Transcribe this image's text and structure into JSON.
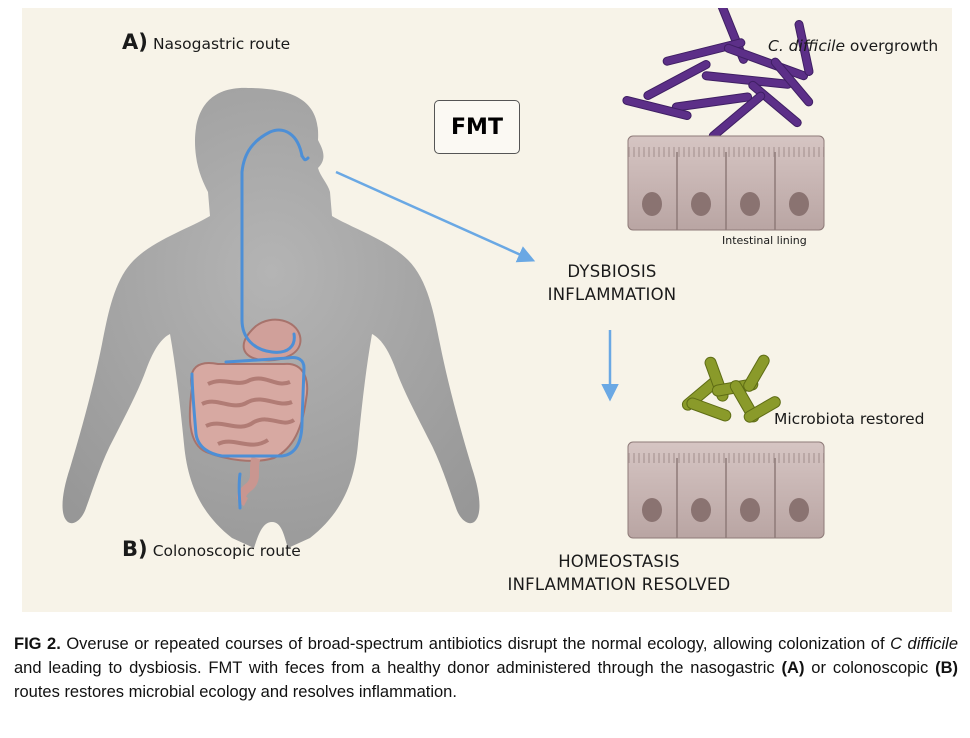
{
  "route_a": {
    "letter": "A)",
    "text": "Nasogastric route"
  },
  "route_b": {
    "letter": "B)",
    "text": "Colonoscopic route"
  },
  "fmt_label": "FMT",
  "overgrowth": {
    "organism": "C. difficile",
    "rest": " overgrowth"
  },
  "intestinal_lining": "Intestinal lining",
  "dysbiosis": [
    "DYSBIOSIS",
    "INFLAMMATION"
  ],
  "microbiota_restored": "Microbiota restored",
  "homeostasis": [
    "HOMEOSTASIS",
    "INFLAMMATION RESOLVED"
  ],
  "caption": {
    "fig": "FIG 2.",
    "p1": " Overuse or repeated courses of broad-spectrum antibiotics disrupt the normal ecology, allowing colonization of ",
    "organism": "C difficile",
    "p2": " and leading to dysbiosis. FMT with feces from a healthy donor administered through the nasogastric ",
    "a": "(A)",
    "p3": " or colonoscopic ",
    "b": "(B)",
    "p4": " routes restores microbial ecology and resolves inflammation."
  },
  "colors": {
    "background": "#f7f3e8",
    "body": "#a4a4a4",
    "tube": "#4d8fd6",
    "arrow": "#6aa8e4",
    "bacteria_cdiff": "#5c2f88",
    "bacteria_healthy": "#8a9a2a",
    "cells": "#cbb8b6"
  }
}
